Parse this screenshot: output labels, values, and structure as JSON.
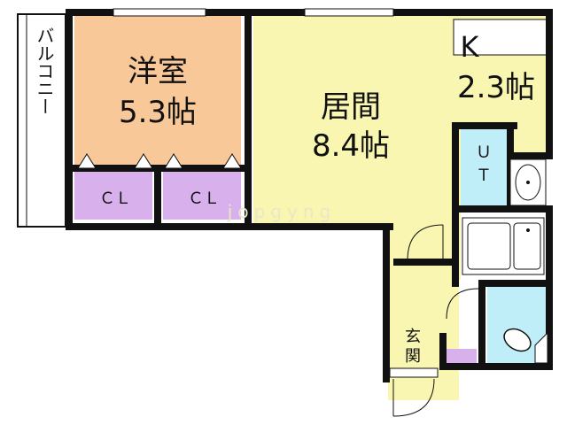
{
  "rooms": {
    "youshitsu": {
      "name": "洋室",
      "size": "5.3帖"
    },
    "living": {
      "name": "居間",
      "size": "8.4帖"
    },
    "kitchen": {
      "name": "K",
      "size": "2.3帖"
    },
    "closet_left": {
      "name": "ＣＬ"
    },
    "closet_right": {
      "name": "ＣＬ"
    },
    "utility": {
      "name_line1": "Ｕ",
      "name_line2": "Ｔ"
    },
    "genkan": {
      "name_line1": "玄",
      "name_line2": "関"
    },
    "balcony": {
      "name": "バルコニー"
    }
  },
  "watermark": "jopgyng",
  "colors": {
    "youshitsu": "#f8c898",
    "living": "#f8f6b0",
    "closet": "#d8b0ec",
    "utility": "#bfeef8",
    "wall": "#111111"
  }
}
